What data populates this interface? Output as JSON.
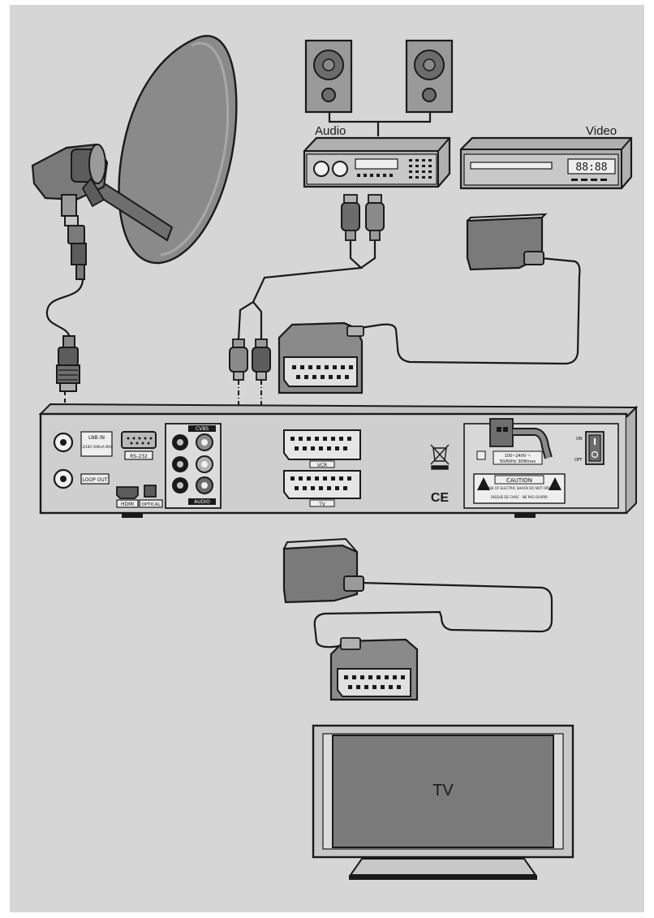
{
  "labels": {
    "audio": "Audio",
    "video": "Video",
    "tv": "TV",
    "vcr_clock": "88:88"
  },
  "receiver": {
    "lnb_in": "LNB IN",
    "lnb_in_spec": "13/18V 500mA MAX",
    "rs232": "RS-232",
    "loop_out": "LOOP OUT",
    "hdmi": "HDMI",
    "optical": "OPTICAL",
    "cvbs": "CVBS",
    "audio": "AUDIO",
    "vcr": "VCR",
    "tv": "TV",
    "power_spec_1": "100~240V ~",
    "power_spec_2": "50/60Hz 30Wmax",
    "on": "ON",
    "off": "OFF",
    "caution": "CAUTION",
    "caution_sub": "RISK OF ELECTRIC SHOCK DO NOT OPEN",
    "caution_fr": "RISQUE DE CHOC · NE PAS OUVRIR",
    "ce": "CE"
  },
  "colors": {
    "background": "#d6d6d6",
    "outline": "#1a1a1a",
    "device_dark": "#8a8a8a",
    "device_mid": "#b8b8b8",
    "screen": "#7a7a7a"
  }
}
